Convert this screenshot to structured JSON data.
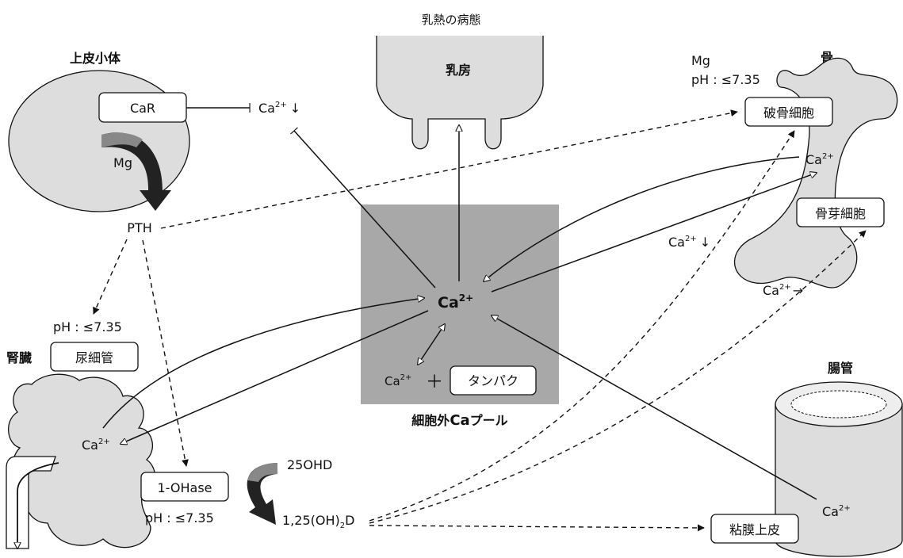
{
  "title": "乳熱の病態",
  "organs": {
    "parathyroid": "上皮小体",
    "mammary": "乳房",
    "bone": "骨",
    "kidney": "腎臓",
    "intestine": "腸管"
  },
  "pool": {
    "label_pre": "細胞外",
    "label_ca": "Ca",
    "label_post": "プール",
    "center_ca": "Ca",
    "center_charge": "2+",
    "protein": "タンパク",
    "plus": "＋"
  },
  "parathyroid": {
    "receptor": "CaR",
    "mg": "Mg",
    "pth": "PTH",
    "ca_low": "Ca",
    "ca_low_charge": "2+",
    "ca_low_arrow": "↓"
  },
  "bone": {
    "mg": "Mg",
    "ph": "pH : ≤7.35",
    "osteoclast": "破骨細胞",
    "osteoblast": "骨芽細胞",
    "ca": "Ca",
    "ca_charge": "2+",
    "ca_low": "Ca",
    "ca_low_charge": "2+",
    "ca_low_arrow": "↓",
    "ca_out": "Ca",
    "ca_out_charge": "2+",
    "ca_out_arrow": "→"
  },
  "kidney": {
    "ph_top": "pH : ≤7.35",
    "tubule": "尿細管",
    "ca": "Ca",
    "ca_charge": "2+",
    "enzyme": "1-OHase",
    "ph_bottom": "pH : ≤7.35"
  },
  "vitd": {
    "precursor": "25OHD",
    "active_pre": "1,25(OH)",
    "active_sub": "2",
    "active_post": "D"
  },
  "intestine": {
    "mucosa": "粘膜上皮",
    "ca": "Ca",
    "ca_charge": "2+"
  }
}
